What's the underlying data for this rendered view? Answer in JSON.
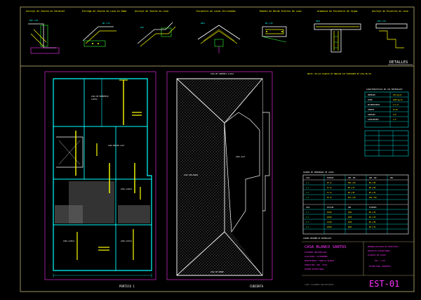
{
  "details": {
    "labels": [
      "Anclaje de Zuncho en Sardinel",
      "Entrega de Zuncho de Losa en Dado",
      "Anclaje de Zuncho en Losa",
      "Encuentro de Losas Inclinadas",
      "Remate de Borde Externo de Losa",
      "Armadura de Encuentro de Vigas",
      "Anclaje de Escalera en Losa"
    ],
    "section_label": "DETALLES"
  },
  "plans": {
    "left_label": "PORTICO 1",
    "right_label": "CUBIERTA"
  },
  "notes": {
    "title_line": "NOTAS: EN LAS PLANTAS SE INDICAN LOS ESPESORES DE LOSA EN CM.",
    "materials_title": "CARACTERISTICAS DE LOS MATERIALES",
    "table_title": "CUADRO DE ARMADURAS DE LOSAS",
    "summary_title": "CUADRO RESUMEN DE MATERIALES"
  },
  "title_block": {
    "project_name": "CASA BLANCO SANTOS",
    "lines_left": [
      "VIVIENDA UNIFAMILIAR",
      "LOCALIDAD: COCHABAMBA",
      "PROPIETARIO: FAMILIA BLANCO",
      "CONSULTOR: ING. CIVIL",
      "DISEÑO ESTRUCTURAL"
    ],
    "lines_mid": [
      "REHABILITACION DE EDIFICIOS",
      "PROYECTO ESTRUCTURAL",
      "PLANTAS DE LOSAS",
      "ESC. 1:50",
      "ESTRUCTURA CUBIERTA"
    ],
    "sheet_code": "EST-01",
    "bottom_note": "LUIS ALVAREZ BALDIVIESO"
  },
  "colors": {
    "yellow": "#ffff00",
    "cyan": "#00ffff",
    "magenta": "#ff33ff",
    "white": "#ffffff",
    "green": "#33ff33",
    "gray": "#888888",
    "border": "#9a8f5e"
  }
}
